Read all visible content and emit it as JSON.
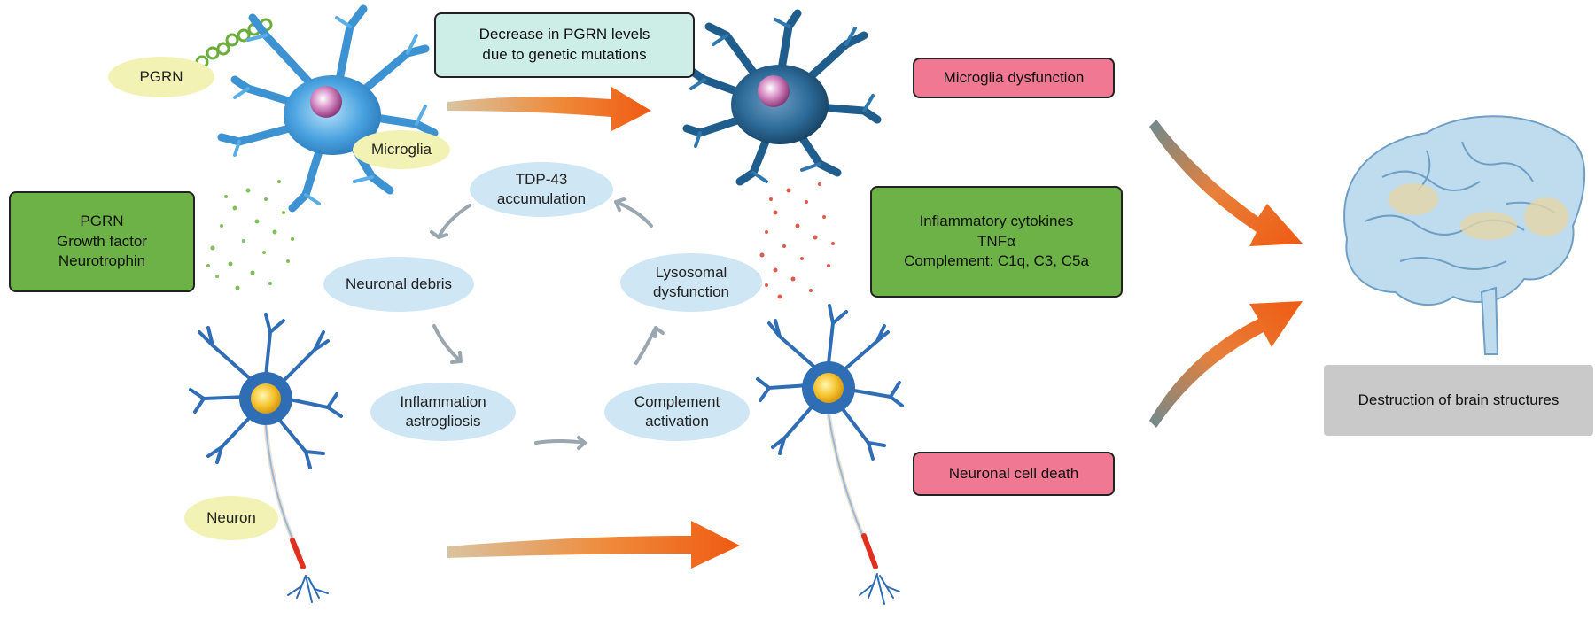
{
  "labels": {
    "pgrn_tag": "PGRN",
    "microglia_tag": "Microglia",
    "neuron_tag": "Neuron",
    "left_box": "PGRN\nGrowth factor\nNeurotrophin",
    "top_box": "Decrease in PGRN levels\ndue to genetic mutations",
    "microglia_dysfunction": "Microglia dysfunction",
    "cytokines_box": "Inflammatory cytokines\nTNFα\nComplement: C1q, C3, C5a",
    "neuronal_death": "Neuronal cell death",
    "destruction": "Destruction of brain structures"
  },
  "cycle": {
    "tdp43": "TDP-43\naccumulation",
    "lysosomal": "Lysosomal\ndysfunction",
    "complement": "Complement\nactivation",
    "inflammation": "Inflammation\nastrogliosis",
    "debris": "Neuronal debris"
  },
  "colors": {
    "green_box": "#6cb246",
    "mint_box": "#cdeee6",
    "pink_box": "#f07892",
    "cycle_ellipse": "#cfe6f4",
    "tag_ellipse": "#f2f2b4",
    "arrow_orange": "#ef6b1e",
    "microglia_light": "#4aa3e0",
    "microglia_dark": "#1f5e8c",
    "neuron_blue": "#2f6db5",
    "brain": "#bfdcee"
  }
}
